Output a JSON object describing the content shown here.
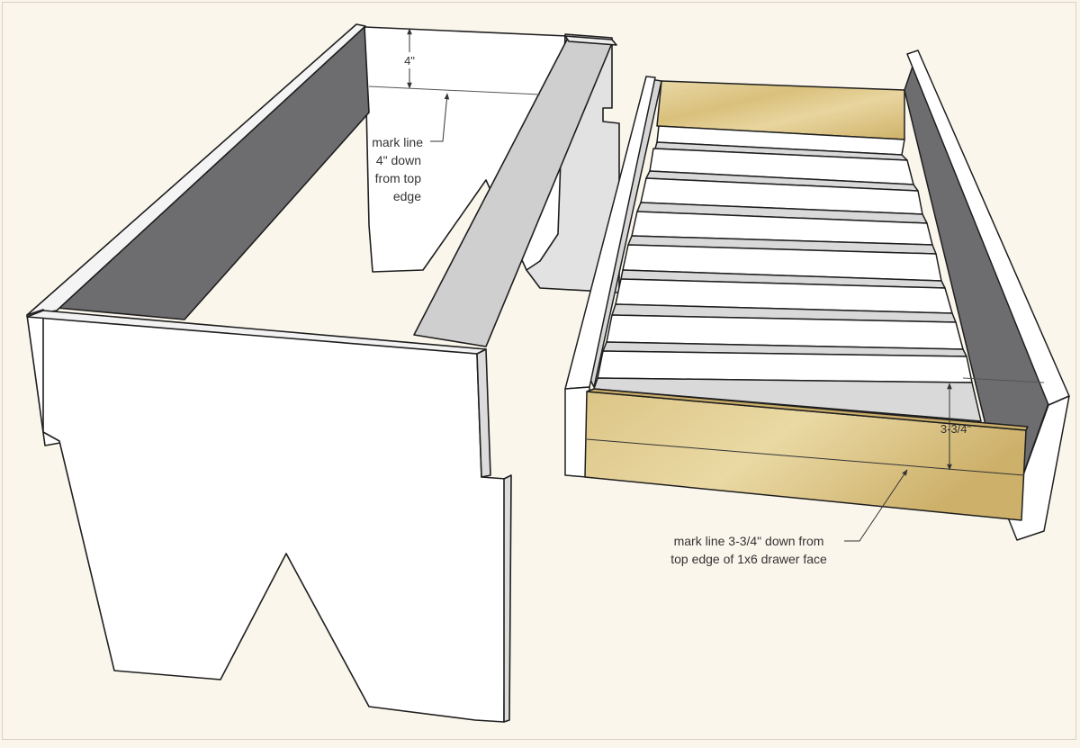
{
  "annotations": {
    "bench_height_dim": "4\"",
    "bench_note_line1": "mark line",
    "bench_note_line2": "4\" down",
    "bench_note_line3": "from top",
    "bench_note_line4": "edge",
    "drawer_dim": "3-3/4\"",
    "drawer_note_line1": "mark line 3-3/4\" down from",
    "drawer_note_line2": "top edge of 1x6 drawer face"
  },
  "colors": {
    "background": "#fbf6ec",
    "panel_white": "#ffffff",
    "panel_light_gray": "#d6d6d6",
    "panel_mid_gray": "#cfcfcf",
    "panel_dark_gray": "#6d6d70",
    "wood_light": "#e6d29a",
    "wood_mid": "#d8bf7a",
    "outline": "#1e1e1e",
    "annotation": "#333333"
  }
}
